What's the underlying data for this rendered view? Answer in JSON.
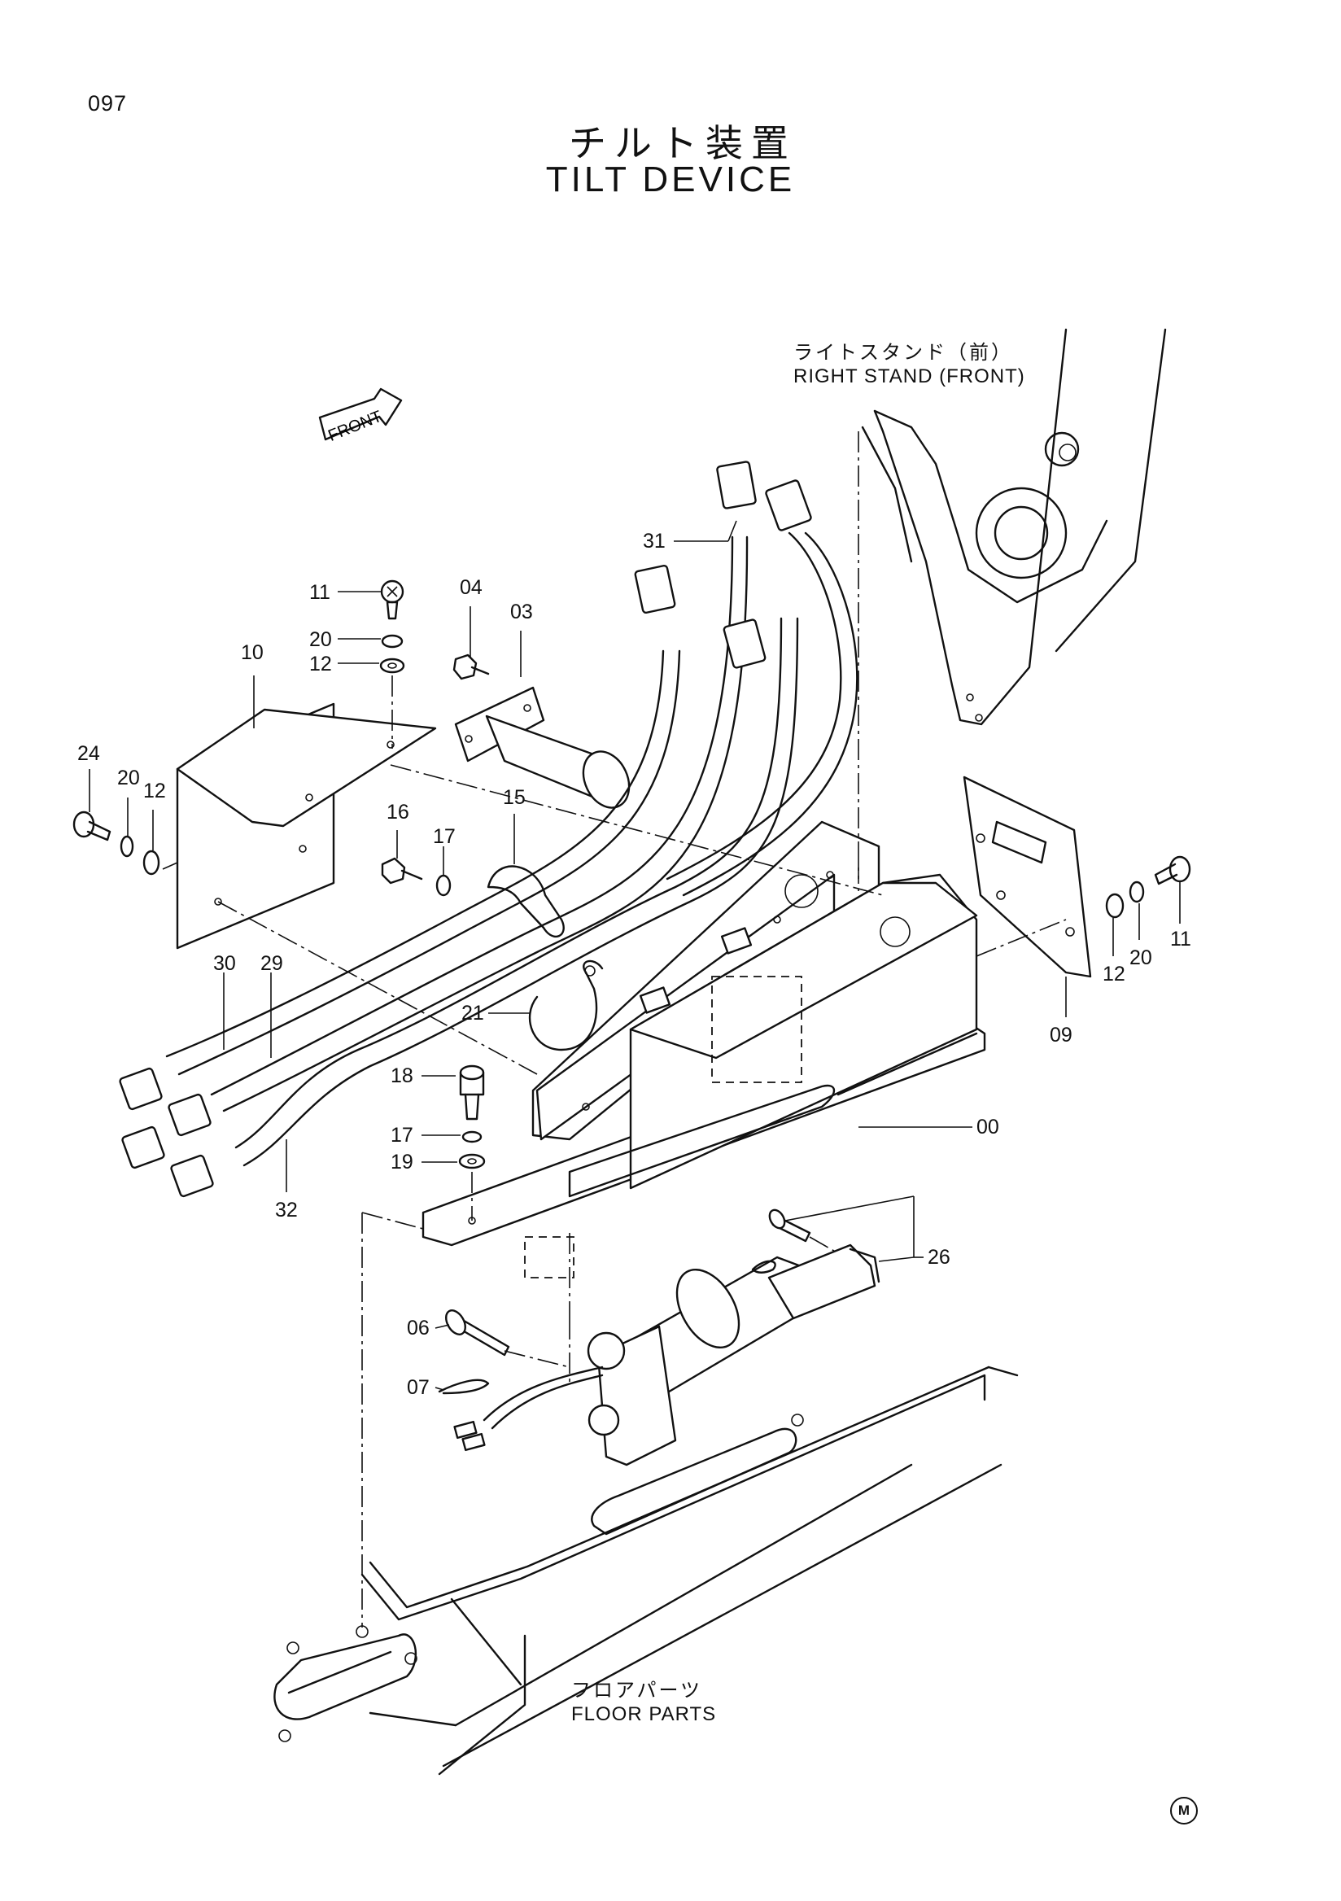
{
  "page_number": "097",
  "title_jp": "チルト装置",
  "title_en": "TILT DEVICE",
  "front_label": "FRONT",
  "right_stand": {
    "jp": "ライトスタンド（前）",
    "en": "RIGHT STAND (FRONT)"
  },
  "floor_parts": {
    "jp": "フロアパーツ",
    "en": "FLOOR PARTS"
  },
  "corner_mark": "M",
  "callouts": {
    "c00": "00",
    "c03": "03",
    "c04": "04",
    "c06": "06",
    "c07": "07",
    "c09": "09",
    "c10": "10",
    "c11a": "11",
    "c11b": "11",
    "c12a": "12",
    "c12b": "12",
    "c12c": "12",
    "c15": "15",
    "c16": "16",
    "c17a": "17",
    "c17b": "17",
    "c18": "18",
    "c19": "19",
    "c20a": "20",
    "c20b": "20",
    "c20c": "20",
    "c21": "21",
    "c24": "24",
    "c26": "26",
    "c29": "29",
    "c30": "30",
    "c31": "31",
    "c32": "32"
  }
}
